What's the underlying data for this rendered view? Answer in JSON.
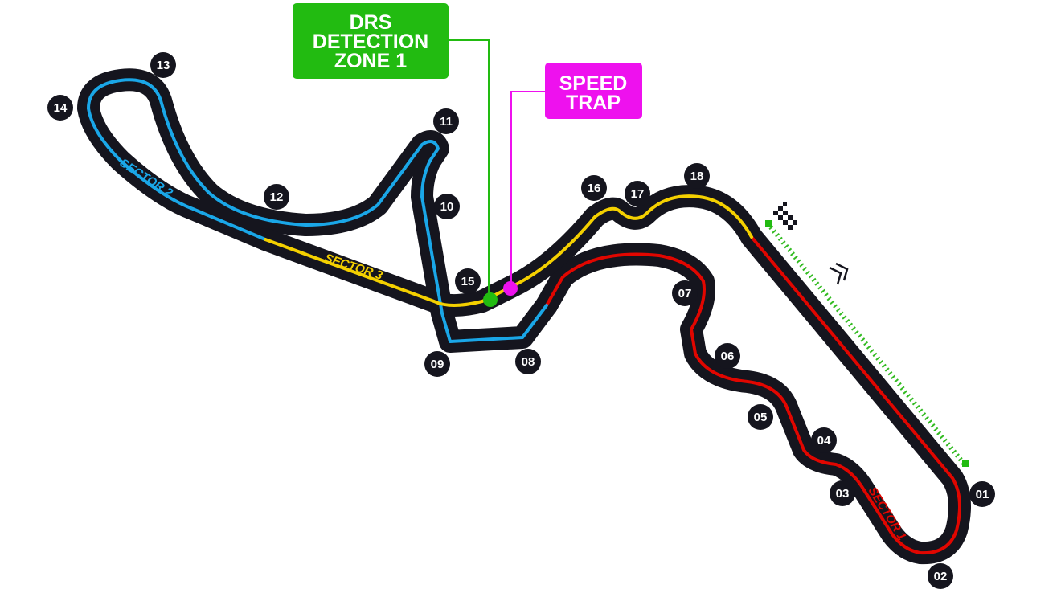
{
  "colors": {
    "track": "#15151e",
    "sector1": "#e10600",
    "sector2": "#1aa7e8",
    "sector3": "#f4d000",
    "drs": "#22bb11",
    "speed_trap": "#ee11ee",
    "turn_badge": "#15151e",
    "text_light": "#ffffff",
    "pit_lane": "#33bb22"
  },
  "sectors": [
    {
      "id": "s1",
      "label": "SECTOR 1",
      "color": "sector1"
    },
    {
      "id": "s2",
      "label": "SECTOR 2",
      "color": "sector2"
    },
    {
      "id": "s3",
      "label": "SECTOR 3",
      "color": "sector3"
    }
  ],
  "turns": [
    "01",
    "02",
    "03",
    "04",
    "05",
    "06",
    "07",
    "08",
    "09",
    "10",
    "11",
    "12",
    "13",
    "14",
    "15",
    "16",
    "17",
    "18"
  ],
  "callouts": {
    "drs": {
      "lines": [
        "DRS",
        "DETECTION",
        "ZONE 1"
      ],
      "color": "drs"
    },
    "speed_trap": {
      "lines": [
        "SPEED",
        "TRAP"
      ],
      "color": "speed_trap"
    }
  },
  "icons": {
    "start_finish": "chequered-flag-icon",
    "direction": "double-chevron-icon"
  }
}
